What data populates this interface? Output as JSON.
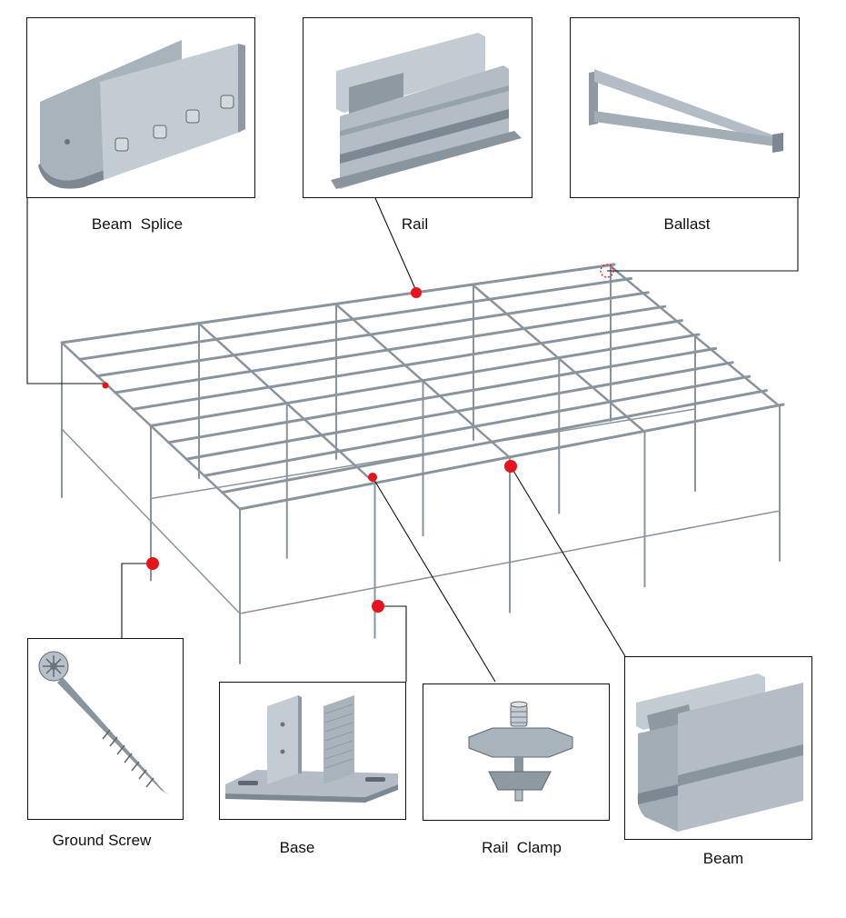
{
  "parts": [
    {
      "id": "beam-splice",
      "label": "Beam  Splice"
    },
    {
      "id": "rail",
      "label": "Rail"
    },
    {
      "id": "ballast",
      "label": "Ballast"
    },
    {
      "id": "ground-screw",
      "label": "Ground Screw"
    },
    {
      "id": "base",
      "label": "Base"
    },
    {
      "id": "rail-clamp",
      "label": "Rail  Clamp"
    },
    {
      "id": "beam",
      "label": "Beam"
    }
  ],
  "colors": {
    "metal_light": "#c4ccd3",
    "metal_mid": "#a9b3bc",
    "metal_dark": "#7d8892",
    "structure_line": "#8a949c",
    "marker": "#e8141c",
    "leader": "#111111"
  }
}
